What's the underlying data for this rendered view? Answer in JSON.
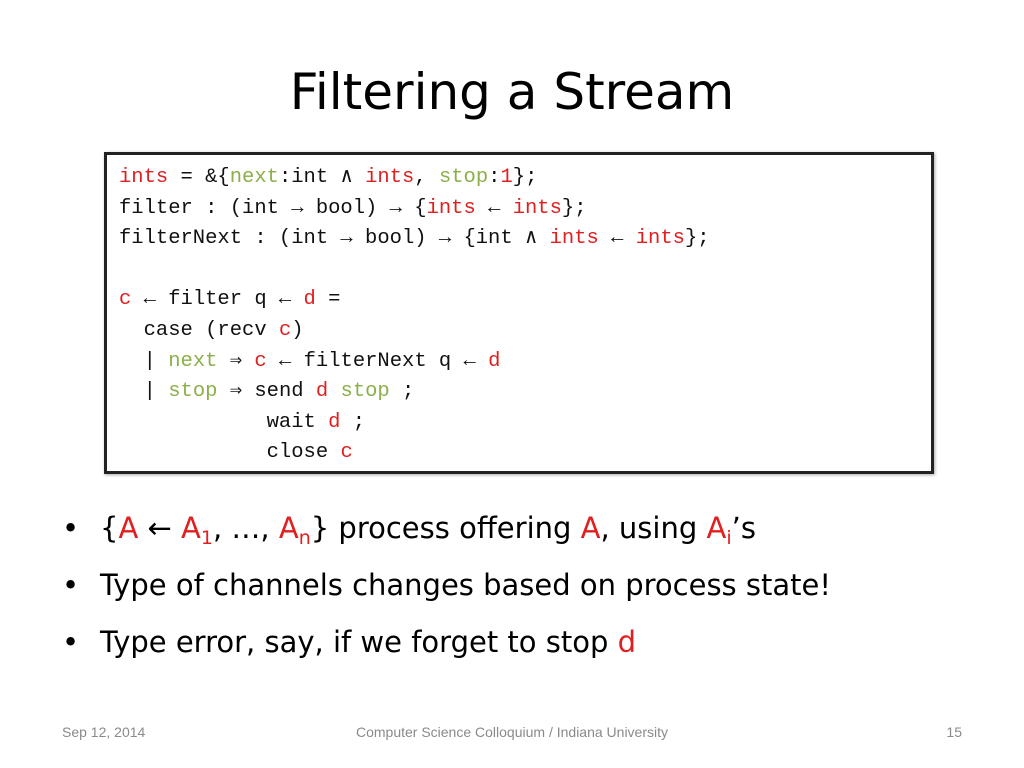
{
  "slide": {
    "title": "Filtering a Stream",
    "colors": {
      "red": "#e02020",
      "green": "#8bb04a",
      "text": "#111111"
    }
  },
  "code": {
    "lines": [
      [
        {
          "t": "ints",
          "c": "r"
        },
        {
          "t": " = &{"
        },
        {
          "t": "next",
          "c": "g"
        },
        {
          "t": ":int ∧ "
        },
        {
          "t": "ints",
          "c": "r"
        },
        {
          "t": ", "
        },
        {
          "t": "stop",
          "c": "g"
        },
        {
          "t": ":"
        },
        {
          "t": "1",
          "c": "r"
        },
        {
          "t": "};"
        }
      ],
      [
        {
          "t": "filter : (int → bool) → {"
        },
        {
          "t": "ints",
          "c": "r"
        },
        {
          "t": " ← "
        },
        {
          "t": "ints",
          "c": "r"
        },
        {
          "t": "};"
        }
      ],
      [
        {
          "t": "filterNext : (int → bool) → {int ∧ "
        },
        {
          "t": "ints",
          "c": "r"
        },
        {
          "t": " ← "
        },
        {
          "t": "ints",
          "c": "r"
        },
        {
          "t": "};"
        }
      ],
      [
        {
          "t": ""
        }
      ],
      [
        {
          "t": "c",
          "c": "r"
        },
        {
          "t": " ← filter q ← "
        },
        {
          "t": "d",
          "c": "r"
        },
        {
          "t": " ="
        }
      ],
      [
        {
          "t": "  case (recv "
        },
        {
          "t": "c",
          "c": "r"
        },
        {
          "t": ")"
        }
      ],
      [
        {
          "t": "  | "
        },
        {
          "t": "next",
          "c": "g"
        },
        {
          "t": " ⇒ "
        },
        {
          "t": "c",
          "c": "r"
        },
        {
          "t": " ← filterNext q ← "
        },
        {
          "t": "d",
          "c": "r"
        }
      ],
      [
        {
          "t": "  | "
        },
        {
          "t": "stop",
          "c": "g"
        },
        {
          "t": " ⇒ send "
        },
        {
          "t": "d",
          "c": "r"
        },
        {
          "t": " "
        },
        {
          "t": "stop",
          "c": "g"
        },
        {
          "t": " ;"
        }
      ],
      [
        {
          "t": "            wait "
        },
        {
          "t": "d",
          "c": "r"
        },
        {
          "t": " ;"
        }
      ],
      [
        {
          "t": "            close "
        },
        {
          "t": "c",
          "c": "r"
        }
      ]
    ]
  },
  "bullets": [
    {
      "parts": [
        {
          "t": "{"
        },
        {
          "t": "A",
          "c": "r"
        },
        {
          "t": " ← "
        },
        {
          "t": "A",
          "c": "r"
        },
        {
          "t": "1",
          "c": "r",
          "sub": true
        },
        {
          "t": ", …, "
        },
        {
          "t": "A",
          "c": "r"
        },
        {
          "t": "n",
          "c": "r",
          "sub": true
        },
        {
          "t": "} process offering "
        },
        {
          "t": "A",
          "c": "r"
        },
        {
          "t": ", using "
        },
        {
          "t": "A",
          "c": "r"
        },
        {
          "t": "i",
          "c": "r",
          "sub": true
        },
        {
          "t": "’s"
        }
      ]
    },
    {
      "parts": [
        {
          "t": "Type of channels changes based on process state!"
        }
      ]
    },
    {
      "parts": [
        {
          "t": "Type error, say, if we forget to stop "
        },
        {
          "t": "d",
          "c": "r"
        }
      ]
    }
  ],
  "footer": {
    "date": "Sep 12, 2014",
    "center": "Computer Science Colloquium / Indiana University",
    "page": "15"
  }
}
